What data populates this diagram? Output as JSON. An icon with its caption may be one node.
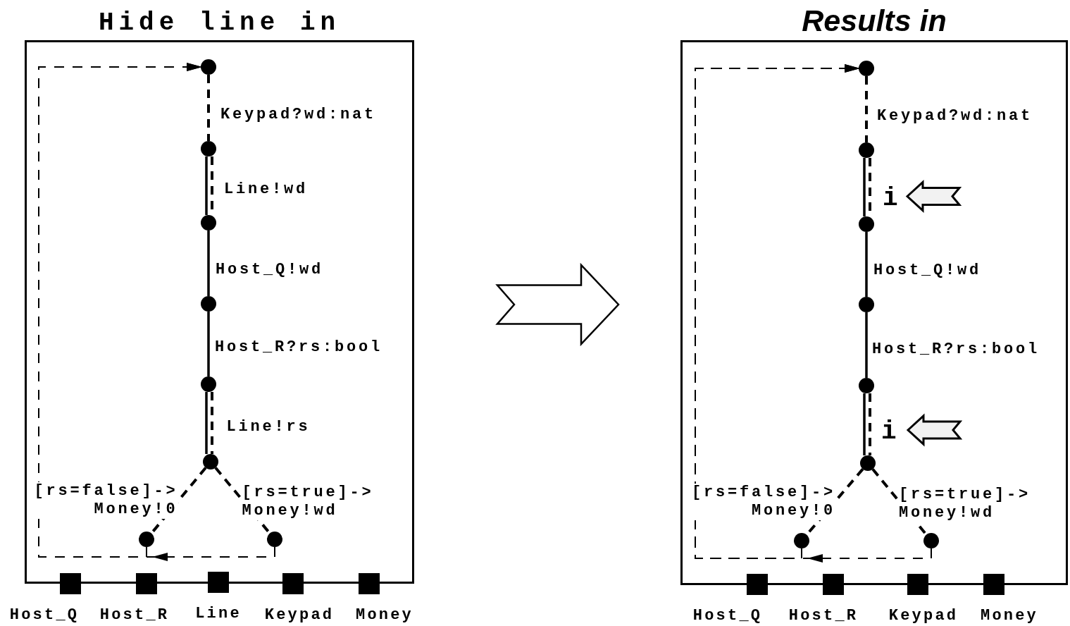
{
  "diagram": {
    "nodes": [
      {
        "text": [
          "Hide line in"
        ]
      },
      {
        "text": [],
        "shape": "circle",
        "in": 0
      },
      {
        "text": [],
        "shape": "circle",
        "in": 0
      },
      {
        "text": [],
        "shape": "circle",
        "in": 0
      },
      {
        "text": [],
        "shape": "circle",
        "in": 0
      },
      {
        "text": [],
        "shape": "circle",
        "in": 0
      },
      {
        "text": [],
        "shape": "circle",
        "in": 0
      },
      {
        "text": [],
        "shape": "circle",
        "in": 0
      },
      {
        "text": [],
        "shape": "circle",
        "in": 0
      },
      {
        "text": [
          "Host_Q"
        ]
      },
      {
        "text": [
          "Host_R"
        ]
      },
      {
        "text": [
          "Line"
        ]
      },
      {
        "text": [
          "Keypad"
        ]
      },
      {
        "text": [
          "Money"
        ]
      },
      {
        "text": [
          "Results in"
        ]
      },
      {
        "text": [],
        "shape": "circle",
        "in": 14
      },
      {
        "text": [],
        "shape": "circle",
        "in": 14
      },
      {
        "text": [],
        "shape": "circle",
        "in": 14
      },
      {
        "text": [],
        "shape": "circle",
        "in": 14
      },
      {
        "text": [],
        "shape": "circle",
        "in": 14
      },
      {
        "text": [],
        "shape": "circle",
        "in": 14
      },
      {
        "text": [],
        "shape": "circle",
        "in": 14
      },
      {
        "text": [],
        "shape": "circle",
        "in": 14
      },
      {
        "text": [
          "Host_Q"
        ]
      },
      {
        "text": [
          "Host_R"
        ]
      },
      {
        "text": [
          "Keypad"
        ]
      },
      {
        "text": [
          "Money"
        ]
      }
    ],
    "edges": [
      {
        "from": 1,
        "to": 2,
        "arrow": "none",
        "style": "dashed",
        "label": "Keypad?wd:nat"
      },
      {
        "from": 2,
        "to": 3,
        "arrow": "none",
        "label": "Line!wd"
      },
      {
        "from": 2,
        "to": 3,
        "arrow": "none",
        "style": "dashed"
      },
      {
        "from": 3,
        "to": 4,
        "arrow": "none",
        "label": "Host_Q!wd"
      },
      {
        "from": 4,
        "to": 5,
        "arrow": "none",
        "label": "Host_R?rs:bool"
      },
      {
        "from": 5,
        "to": 6,
        "arrow": "none",
        "label": "Line!rs"
      },
      {
        "from": 5,
        "to": 6,
        "arrow": "none",
        "style": "dashed"
      },
      {
        "from": 6,
        "to": 7,
        "arrow": "none",
        "style": "dashed",
        "label": "[rs=false]-> Money!0"
      },
      {
        "from": 6,
        "to": 8,
        "arrow": "none",
        "style": "dashed",
        "label": "[rs=true]-> Money!wd"
      },
      {
        "from": 8,
        "to": 1,
        "arrow": "to",
        "style": "dashed"
      },
      {
        "from": 7,
        "to": 1,
        "arrow": "to",
        "style": "dashed"
      },
      {
        "from": 15,
        "to": 16,
        "arrow": "none",
        "style": "dashed",
        "label": "Keypad?wd:nat"
      },
      {
        "from": 16,
        "to": 17,
        "arrow": "none",
        "label": "i"
      },
      {
        "from": 16,
        "to": 17,
        "arrow": "none",
        "style": "dashed"
      },
      {
        "from": 17,
        "to": 18,
        "arrow": "none",
        "label": "Host_Q!wd"
      },
      {
        "from": 18,
        "to": 19,
        "arrow": "none",
        "label": "Host_R?rs:bool"
      },
      {
        "from": 19,
        "to": 20,
        "arrow": "none",
        "label": "i"
      },
      {
        "from": 19,
        "to": 20,
        "arrow": "none",
        "style": "dashed"
      },
      {
        "from": 20,
        "to": 21,
        "arrow": "none",
        "style": "dashed",
        "label": "[rs=false]-> Money!0"
      },
      {
        "from": 20,
        "to": 22,
        "arrow": "none",
        "style": "dashed",
        "label": "[rs=true]-> Money!wd"
      },
      {
        "from": 22,
        "to": 15,
        "arrow": "to",
        "style": "dashed"
      },
      {
        "from": 21,
        "to": 15,
        "arrow": "to",
        "style": "dashed"
      },
      {
        "from": 0,
        "to": 14,
        "arrow": "to",
        "style": "thick"
      }
    ]
  }
}
